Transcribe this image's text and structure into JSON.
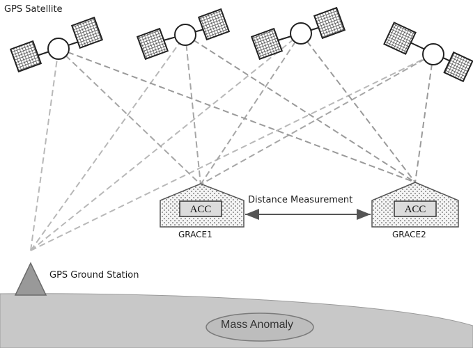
{
  "labels": {
    "gps_satellite": "GPS Satellite",
    "distance_measurement": "Distance Measurement",
    "grace1": "GRACE1",
    "grace2": "GRACE2",
    "acc": "ACC",
    "gps_ground_station": "GPS Ground Station",
    "mass_anomaly": "Mass Anomaly"
  },
  "colors": {
    "link_line": "#aaaaaa",
    "satellite_panel": "#555555",
    "ground": "#c8c8c8",
    "station": "#999999",
    "anomaly_fill": "#bdbdbd"
  }
}
